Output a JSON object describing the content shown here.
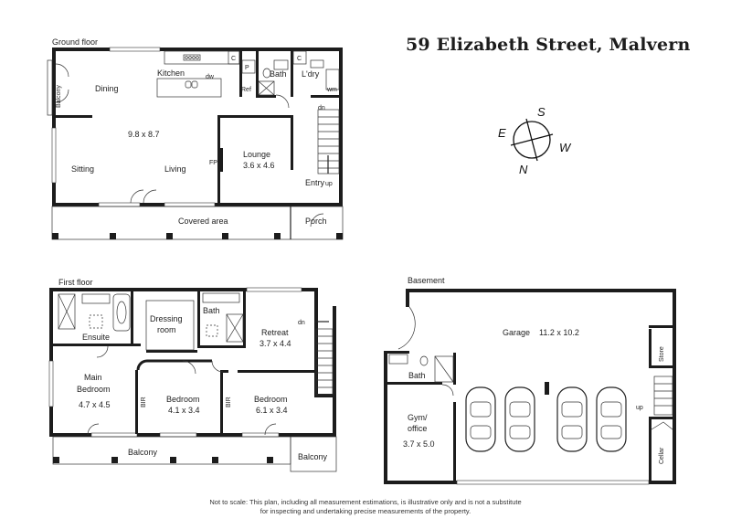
{
  "header": {
    "address": "59 Elizabeth Street, Malvern"
  },
  "compass": {
    "s": "S",
    "w": "W",
    "n": "N",
    "e": "E"
  },
  "ground_floor": {
    "title": "Ground floor",
    "balcony": "Balcony",
    "dining": "Dining",
    "kitchen": "Kitchen",
    "dw": "dw",
    "c1": "C",
    "p": "P",
    "ref": "Ref",
    "bath": "Bath",
    "c2": "C",
    "laundry": "L'dry",
    "wm": "wm",
    "dn": "dn",
    "main_size": "9.8 x 8.7",
    "sitting": "Sitting",
    "living": "Living",
    "fp": "FP",
    "lounge": "Lounge",
    "lounge_size": "3.6 x 4.6",
    "entry": "Entry",
    "up": "up",
    "covered_area": "Covered area",
    "porch": "Porch"
  },
  "first_floor": {
    "title": "First floor",
    "ensuite": "Ensuite",
    "dressing_1": "Dressing",
    "dressing_2": "room",
    "bath": "Bath",
    "retreat": "Retreat",
    "retreat_size": "3.7 x 4.4",
    "dn": "dn",
    "main_bed_1": "Main",
    "main_bed_2": "Bedroom",
    "main_bed_size": "4.7 x 4.5",
    "bir1": "BIR",
    "bedroom2": "Bedroom",
    "bedroom2_size": "4.1 x 3.4",
    "bir2": "BIR",
    "bedroom3": "Bedroom",
    "bedroom3_size": "6.1 x 3.4",
    "balcony1": "Balcony",
    "balcony2": "Balcony"
  },
  "basement": {
    "title": "Basement",
    "garage": "Garage",
    "garage_size": "11.2 x 10.2",
    "bath": "Bath",
    "store": "Store",
    "up": "up",
    "gym_1": "Gym/",
    "gym_2": "office",
    "gym_size": "3.7 x 5.0",
    "cellar": "Cellar"
  },
  "footer": {
    "disclaimer_1": "Not to scale: This plan, including all measurement estimations, is illustrative only and is not a substitute",
    "disclaimer_2": "for inspecting and undertaking precise measurements of the property."
  }
}
